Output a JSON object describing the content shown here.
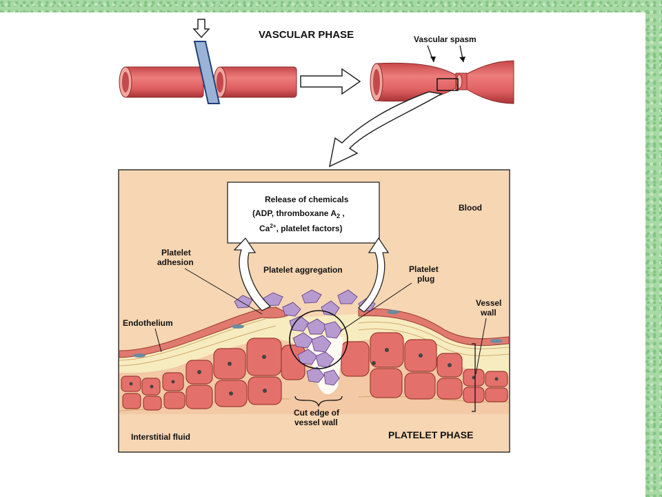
{
  "title": "VASCULAR PHASE",
  "labels": {
    "vascular_spasm": "Vascular spasm",
    "release_line1": "Release of chemicals",
    "release_line2": "(ADP, thromboxane A",
    "release_line2_sub": "2",
    "release_line2_end": " ,",
    "release_line3_a": "Ca",
    "release_line3_sup": "2+",
    "release_line3_b": ", platelet factors)",
    "blood": "Blood",
    "platelet_adhesion_1": "Platelet",
    "platelet_adhesion_2": "adhesion",
    "platelet_aggregation": "Platelet aggregation",
    "platelet_plug_1": "Platelet",
    "platelet_plug_2": "plug",
    "vessel_wall_1": "Vessel",
    "vessel_wall_2": "wall",
    "endothelium": "Endothelium",
    "cut_edge_1": "Cut edge of",
    "cut_edge_2": "vessel wall",
    "interstitial_fluid": "Interstitial fluid",
    "platelet_phase": "PLATELET PHASE"
  },
  "colors": {
    "frame_green": "#a6d9a4",
    "vessel_red": "#e2686a",
    "vessel_dark": "#b83a3c",
    "tissue_bg": "#f6d6b3",
    "platelet": "#b79bd0",
    "yellow_layer": "#f7ecc0"
  }
}
